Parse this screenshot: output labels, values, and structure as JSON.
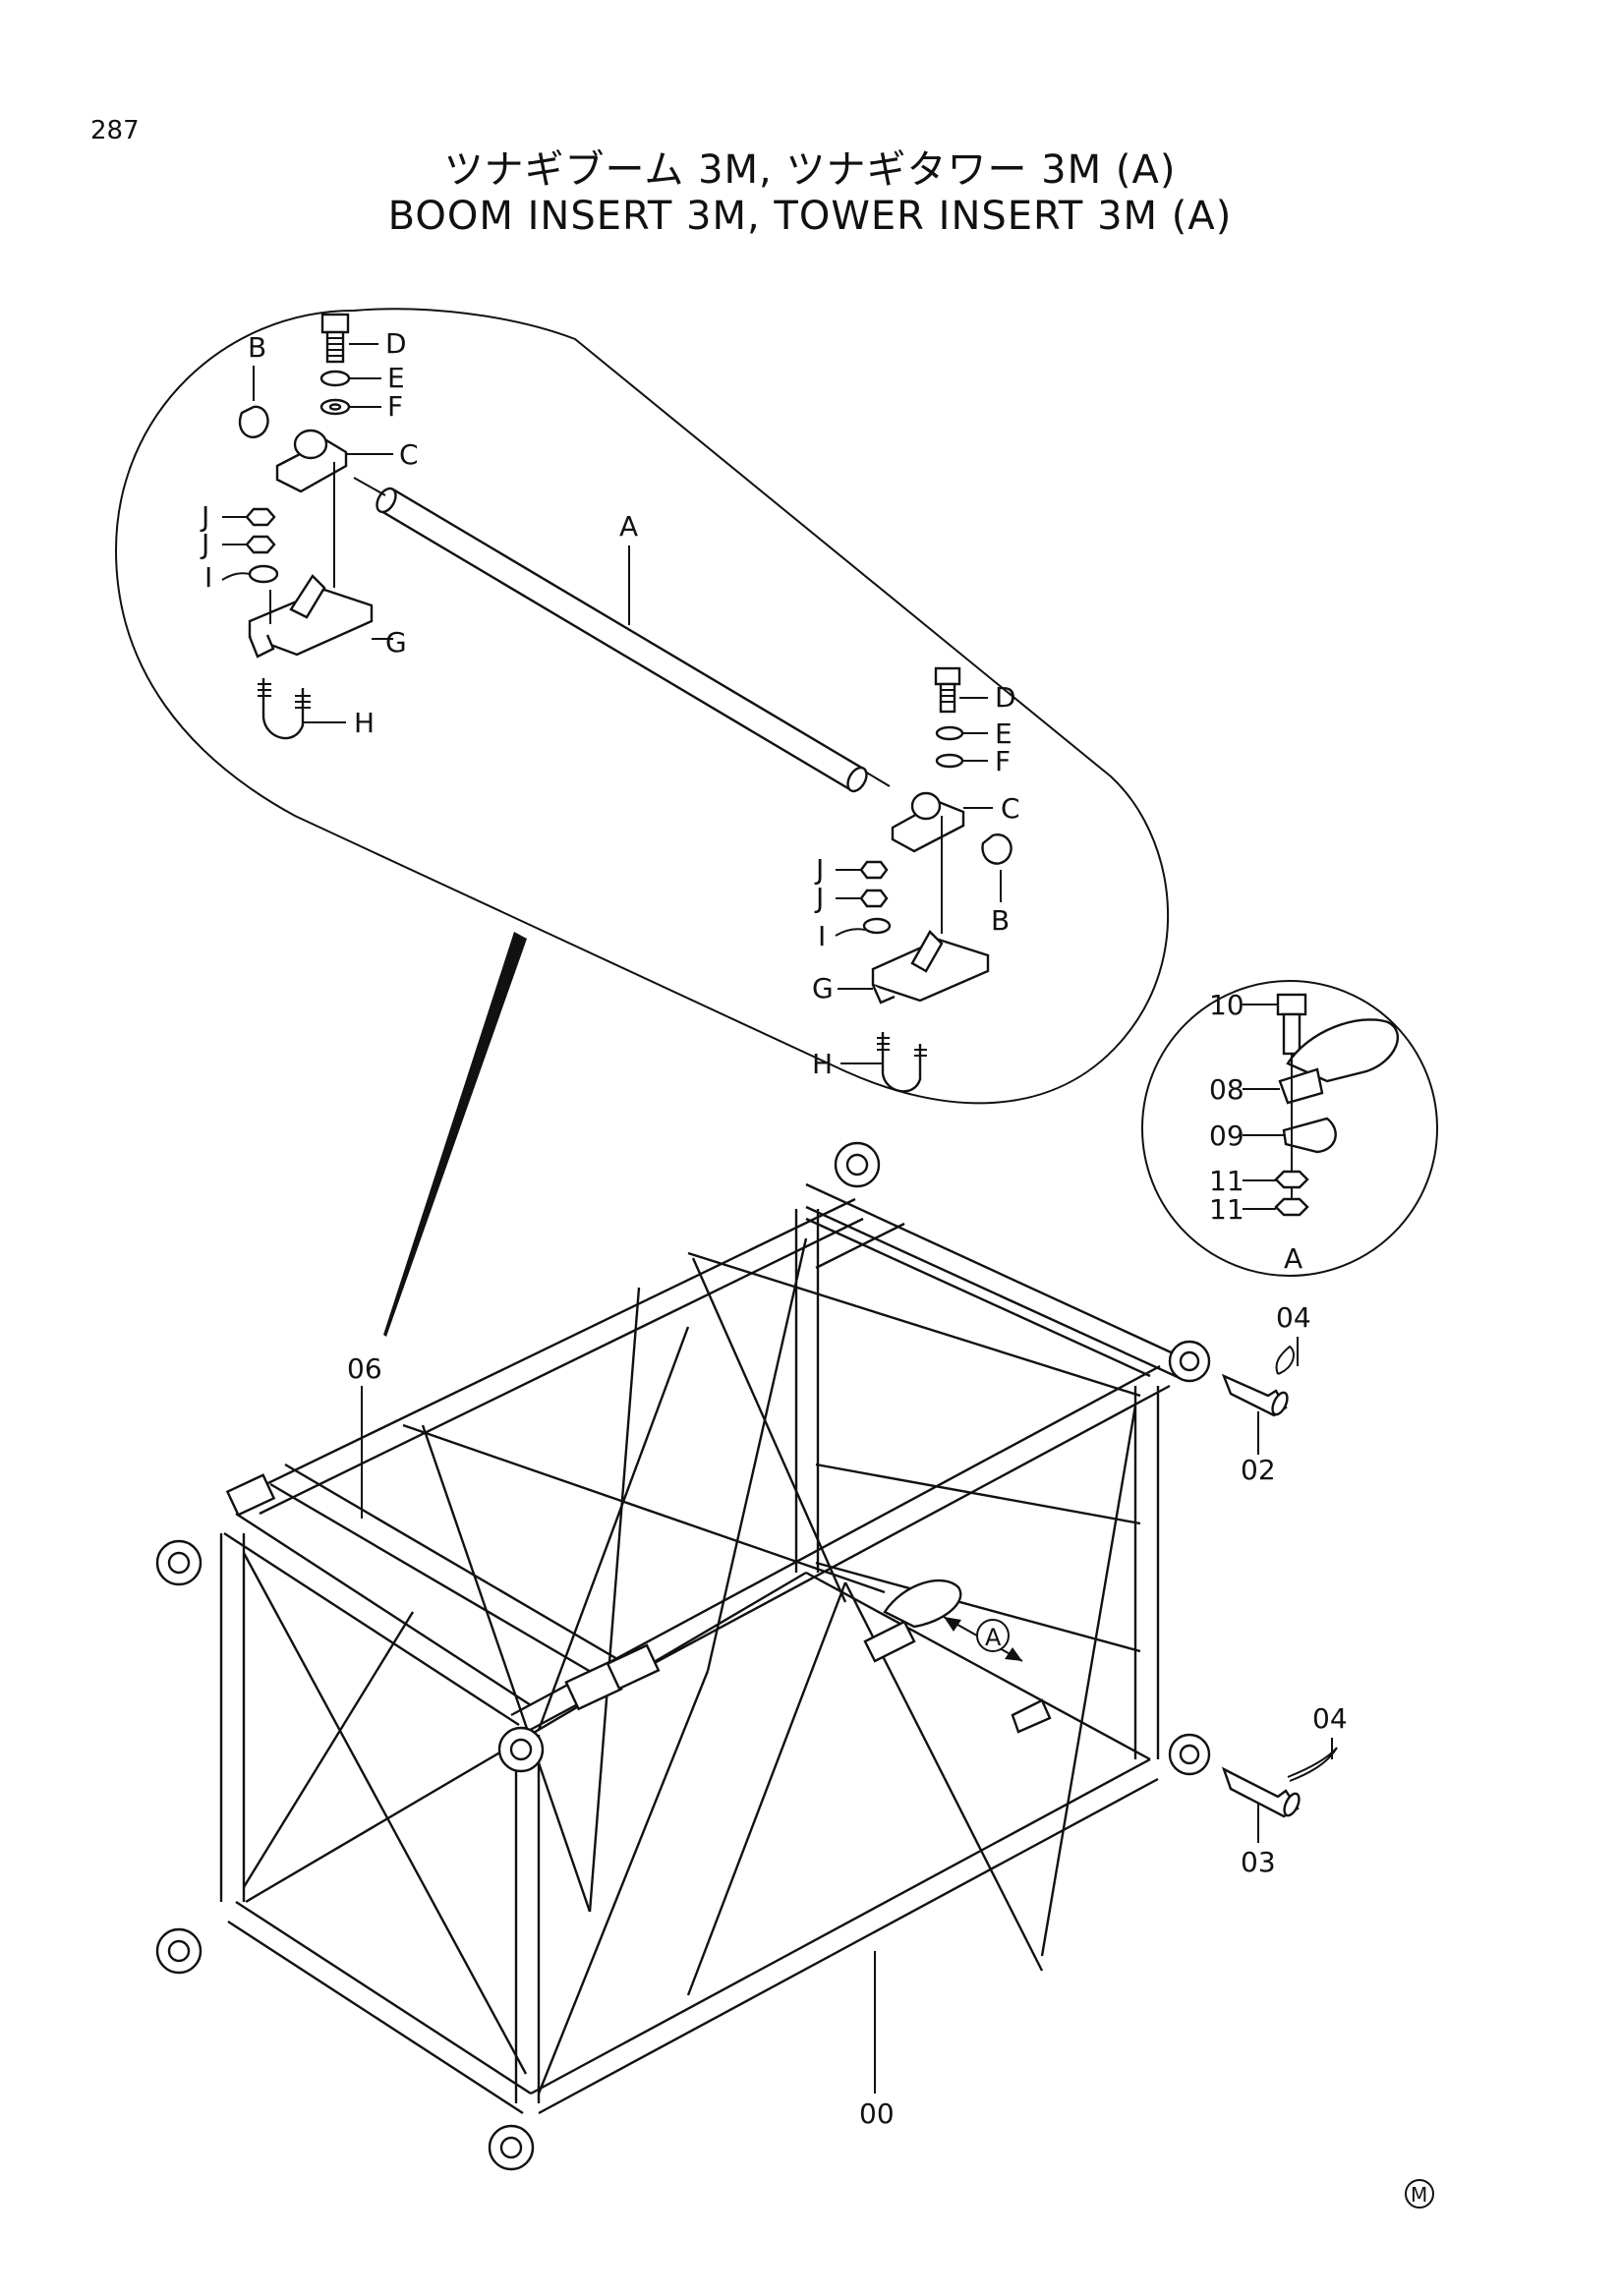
{
  "page_number": "287",
  "title_jp": "ツナギブーム 3M, ツナギタワー 3M (A)",
  "title_en": "BOOM INSERT 3M, TOWER INSERT 3M (A)",
  "detail_labels": {
    "A": "A",
    "B": "B",
    "C": "C",
    "D": "D",
    "E": "E",
    "F": "F",
    "G": "G",
    "H": "H",
    "I": "I",
    "J": "J"
  },
  "view_a_labels": {
    "p10": "10",
    "p08": "08",
    "p09": "09",
    "p11": "11",
    "caption": "A"
  },
  "part_labels": {
    "p00": "00",
    "p02": "02",
    "p03": "03",
    "p04": "04",
    "p06": "06"
  },
  "view_marker": "A",
  "mark": "M",
  "icons": {
    "view_arrow": "double-arrow-icon",
    "mark": "circled-m-icon"
  },
  "colors": {
    "line": "#111111",
    "background": "#ffffff"
  }
}
